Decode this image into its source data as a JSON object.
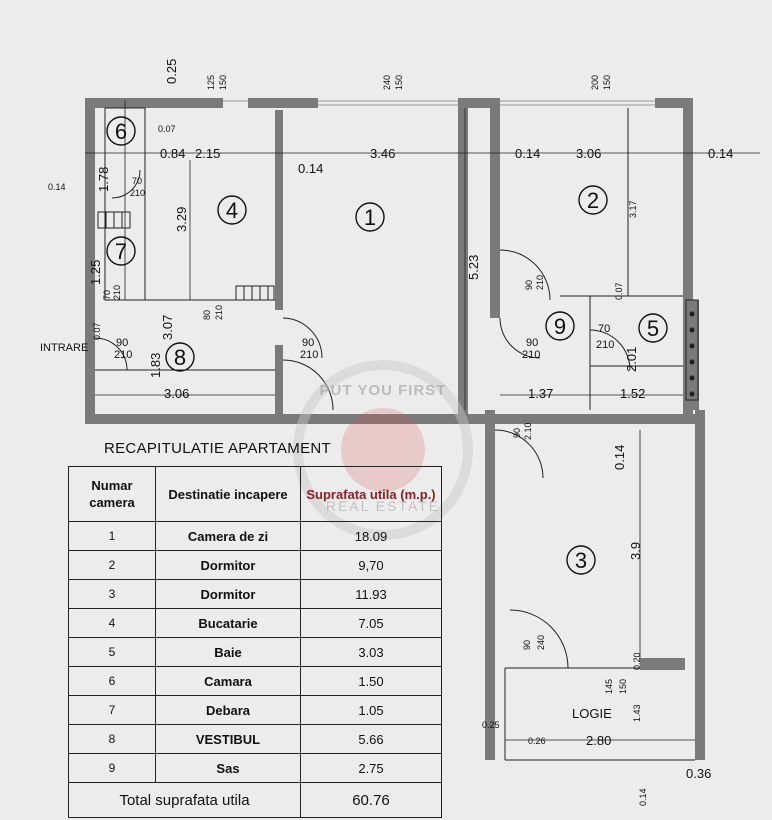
{
  "dimensions": {
    "d_025": "0.25",
    "d_125": "125",
    "d_150a": "150",
    "d_240": "240",
    "d_150b": "150",
    "d_200": "200",
    "d_150c": "150",
    "d_007a": "0.07",
    "d_084": "0.84",
    "d_215": "2.15",
    "d_014a": "0.14",
    "d_346": "3.46",
    "d_014b": "0.14",
    "d_306top": "3.06",
    "d_014c": "0.14",
    "d_178": "1.78",
    "d_014left": "0.14",
    "d_70": "70",
    "d_210a": "210",
    "d_329": "3.29",
    "d_317": "3.17",
    "d_125b": "1.25",
    "d_70b": "70",
    "d_210b": "210",
    "d_523": "5.23",
    "d_90a": "90",
    "d_210c": "210",
    "d_007b": "0.07",
    "d_80": "80",
    "d_210d": "210",
    "d_307": "3.07",
    "d_007c": "0.07",
    "d_90b": "90",
    "d_210e": "210",
    "d_90c": "90",
    "d_210f": "210",
    "d_183": "1.83",
    "d_90d": "90",
    "d_210g": "210",
    "d_70c": "70",
    "d_210h": "210",
    "d_201": "2.01",
    "d_306bottom": "3.06",
    "d_137": "1.37",
    "d_152": "1.52",
    "d_90e": "90",
    "d_210i": "2.10",
    "d_014d": "0.14",
    "d_39": "3.9",
    "d_90f": "90",
    "d_240b": "240",
    "d_020": "0.20",
    "d_145": "145",
    "d_150d": "150",
    "d_143": "1.43",
    "d_025b": "0.25",
    "d_026": "0.26",
    "d_280": "2.80",
    "d_036": "0.36",
    "d_014e": "0.14"
  },
  "labels": {
    "intrare": "INTRARE",
    "logie": "LOGIE"
  },
  "rooms": [
    "1",
    "2",
    "3",
    "4",
    "5",
    "6",
    "7",
    "8",
    "9"
  ],
  "summary": {
    "title": "RECAPITULATIE APARTAMENT",
    "headers": {
      "col1": "Numar camera",
      "col2": "Destinatie incapere",
      "col3": "Suprafata utila (m.p.)"
    },
    "rows": [
      {
        "num": "1",
        "dest": "Camera de zi",
        "area": "18.09"
      },
      {
        "num": "2",
        "dest": "Dormitor",
        "area": "9,70"
      },
      {
        "num": "3",
        "dest": "Dormitor",
        "area": "11.93"
      },
      {
        "num": "4",
        "dest": "Bucatarie",
        "area": "7.05"
      },
      {
        "num": "5",
        "dest": "Baie",
        "area": "3.03"
      },
      {
        "num": "6",
        "dest": "Camara",
        "area": "1.50"
      },
      {
        "num": "7",
        "dest": "Debara",
        "area": "1.05"
      },
      {
        "num": "8",
        "dest": "VESTIBUL",
        "area": "5.66"
      },
      {
        "num": "9",
        "dest": "Sas",
        "area": "2.75"
      }
    ],
    "total_label": "Total suprafata utila",
    "total_value": "60.76"
  },
  "watermark": {
    "top": "PUT YOU FIRST",
    "bottom": "REAL ESTATE"
  }
}
